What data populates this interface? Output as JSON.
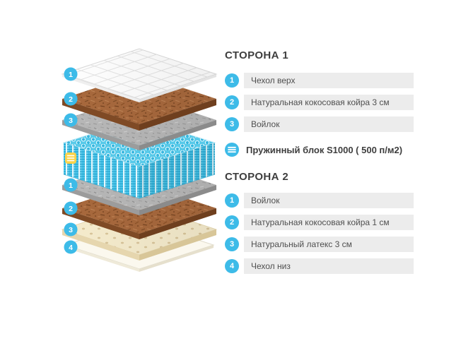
{
  "diagram": {
    "side1_markers": [
      "1",
      "2",
      "3"
    ],
    "side2_markers": [
      "1",
      "2",
      "3",
      "4"
    ]
  },
  "legend": {
    "side1": {
      "title": "СТОРОНА 1",
      "items": [
        {
          "num": "1",
          "label": "Чехол верх"
        },
        {
          "num": "2",
          "label": "Натуральная кокосовая койра 3 см"
        },
        {
          "num": "3",
          "label": "Войлок"
        }
      ]
    },
    "spring": {
      "label": "Пружинный блок S1000 ( 500 п/м2)"
    },
    "side2": {
      "title": "СТОРОНА 2",
      "items": [
        {
          "num": "1",
          "label": "Войлок"
        },
        {
          "num": "2",
          "label": "Натуральная кокосовая койра 1 см"
        },
        {
          "num": "3",
          "label": "Натуральный латекс 3 см"
        },
        {
          "num": "4",
          "label": "Чехол низ"
        }
      ]
    }
  },
  "colors": {
    "accent_cyan": "#3dbbe8",
    "row_bg": "#ececec",
    "coir_brown": "#a8693d",
    "felt_gray": "#b8b8b8",
    "latex_cream": "#f6eccd",
    "spring_cyan": "#4cc5e9",
    "spring_marker_yellow": "#fbd34b"
  }
}
